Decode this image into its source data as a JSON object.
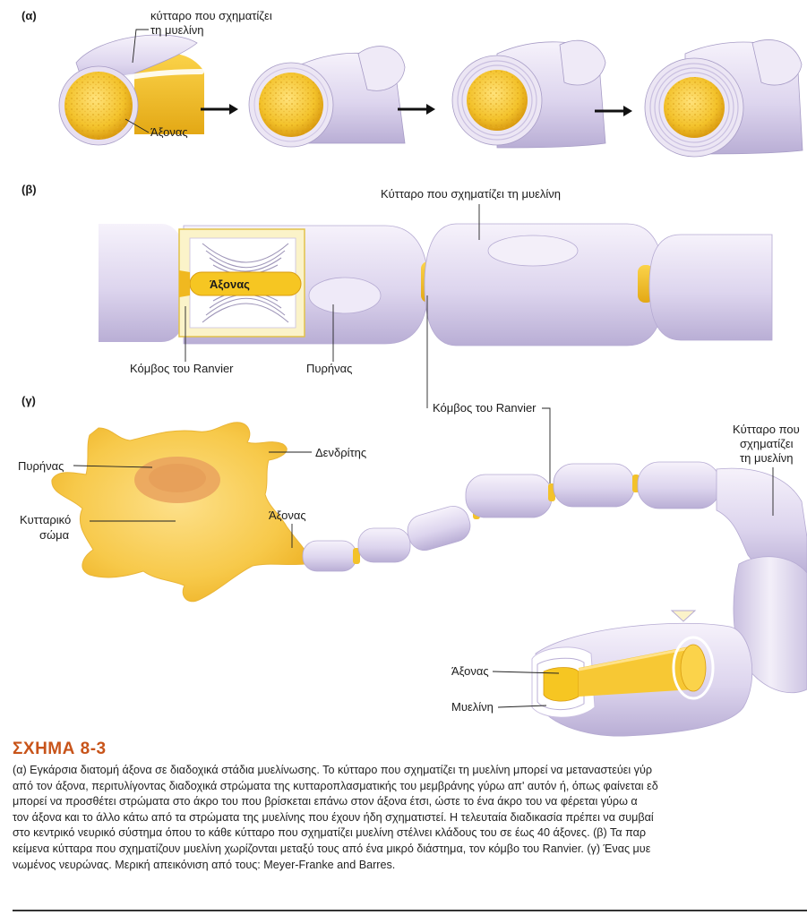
{
  "panels": {
    "a": {
      "tag": "(α)",
      "myelin_cell_line1": "κύτταρο που σχηματίζει",
      "myelin_cell_line2": "τη μυελίνη",
      "axon": "Άξονας"
    },
    "b": {
      "tag": "(β)",
      "myelin_cell": "Κύτταρο που σχηματίζει τη μυελίνη",
      "axon": "Άξονας",
      "node": "Κόμβος του Ranvier",
      "nucleus": "Πυρήνας",
      "node2": "Κόμβος του Ranvier"
    },
    "c": {
      "tag": "(γ)",
      "nucleus": "Πυρήνας",
      "dendrite": "Δενδρίτης",
      "body_line1": "Κυτταρικό",
      "body_line2": "σώμα",
      "axon_top": "Άξονας",
      "myelin_cell_line1": "Κύτταρο που",
      "myelin_cell_line2": "σχηματίζει",
      "myelin_cell_line3": "τη μυελίνη",
      "axon_cut": "Άξονας",
      "myelin": "Μυελίνη"
    }
  },
  "caption": {
    "title": "ΣΧΗΜΑ 8-3",
    "lines": [
      "(α) Εγκάρσια διατομή άξονα σε διαδοχικά στάδια μυελίνωσης. Το κύτταρο που σχηματίζει τη μυελίνη μπορεί να μεταναστεύει γύρ",
      "από τον άξονα, περιτυλίγοντας διαδοχικά στρώματα της κυτταροπλασματικής του μεμβράνης γύρω απ' αυτόν ή, όπως φαίνεται εδ",
      "μπορεί να προσθέτει στρώματα στο άκρο του που βρίσκεται επάνω στον άξονα έτσι, ώστε το ένα άκρο του να φέρεται γύρω α",
      "τον άξονα και το άλλο κάτω από τα στρώματα της μυελίνης που έχουν ήδη σχηματιστεί. Η τελευταία διαδικασία πρέπει να συμβαί",
      "στο κεντρικό νευρικό σύστημα όπου το κάθε κύτταρο που σχηματίζει μυελίνη στέλνει κλάδους του σε έως 40 άξονες. (β) Τα παρ",
      "κείμενα κύτταρα που σχηματίζουν μυελίνη χωρίζονται μεταξύ τους από ένα μικρό διάστημα, τον κόμβο του Ranvier. (γ) Ένας μυε",
      "νωμένος νευρώνας. Μερική απεικόνιση από τους: Meyer-Franke and Barres."
    ]
  }
}
